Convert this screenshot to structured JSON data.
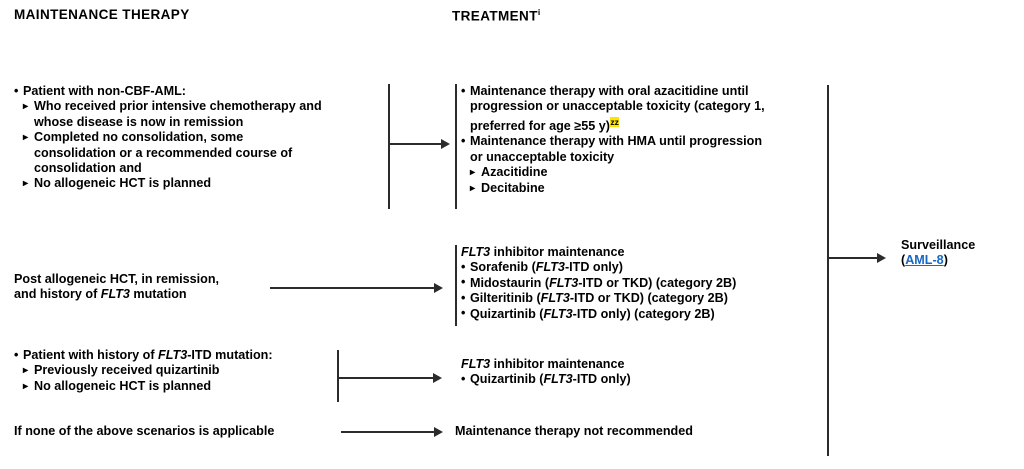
{
  "headers": {
    "left": "MAINTENANCE THERAPY",
    "right": "TREATMENT",
    "right_superscript": "i"
  },
  "rows": [
    {
      "id": "row-azacitidine",
      "left": {
        "lines": [
          {
            "type": "bullet",
            "text": "Patient with non-CBF-AML:"
          },
          {
            "type": "subarrow",
            "text": "Who received prior intensive chemotherapy and"
          },
          {
            "type": "cont2",
            "text": "whose disease is now in remission"
          },
          {
            "type": "subarrow",
            "text": "Completed no consolidation, some"
          },
          {
            "type": "cont2",
            "text": "consolidation or a recommended course of"
          },
          {
            "type": "cont2",
            "text": "consolidation and"
          },
          {
            "type": "subarrow",
            "text": "No allogeneic HCT is planned"
          }
        ]
      },
      "right": {
        "lines": [
          {
            "type": "bullet",
            "text": "Maintenance therapy with oral azacitidine until"
          },
          {
            "type": "cont1",
            "text": "progression or unacceptable toxicity (category 1,"
          },
          {
            "type": "cont1",
            "text": "preferred for age ≥55 y)",
            "superscript_highlight": "zz"
          },
          {
            "type": "bullet",
            "text": "Maintenance therapy with HMA until progression"
          },
          {
            "type": "cont1",
            "text": "or unacceptable toxicity"
          },
          {
            "type": "subarrow",
            "text": "Azacitidine"
          },
          {
            "type": "subarrow",
            "text": "Decitabine"
          }
        ]
      }
    },
    {
      "id": "row-post-allo-hct",
      "left": {
        "lines": [
          {
            "type": "plain",
            "text": "Post allogeneic HCT, in remission,"
          },
          {
            "type": "plain",
            "text": "and history of ",
            "italic_segment": "FLT3",
            "text_after": " mutation"
          }
        ]
      },
      "right": {
        "lines": [
          {
            "type": "plain_italic_lead",
            "italic": "FLT3",
            "text": " inhibitor maintenance"
          },
          {
            "type": "bullet",
            "text": "Sorafenib (",
            "italic_segment": "FLT3",
            "text_after": "-ITD only)"
          },
          {
            "type": "bullet",
            "text": "Midostaurin (",
            "italic_segment": "FLT3",
            "text_after": "-ITD or TKD) (category 2B)"
          },
          {
            "type": "bullet",
            "text": "Gilteritinib (",
            "italic_segment": "FLT3",
            "text_after": "-ITD or TKD) (category 2B)"
          },
          {
            "type": "bullet",
            "text": "Quizartinib (",
            "italic_segment": "FLT3",
            "text_after": "-ITD only) (category 2B)"
          }
        ]
      }
    },
    {
      "id": "row-flt3-itd-history",
      "left": {
        "lines": [
          {
            "type": "bullet",
            "text": "Patient with history of ",
            "italic_segment": "FLT3",
            "text_after": "-ITD mutation:"
          },
          {
            "type": "subarrow",
            "text": "Previously received quizartinib"
          },
          {
            "type": "subarrow",
            "text": "No allogeneic HCT is planned"
          }
        ]
      },
      "right": {
        "lines": [
          {
            "type": "plain_italic_lead",
            "italic": "FLT3",
            "text": " inhibitor maintenance"
          },
          {
            "type": "bullet",
            "text": "Quizartinib (",
            "italic_segment": "FLT3",
            "text_after": "-ITD only)"
          }
        ]
      }
    },
    {
      "id": "row-none-applicable",
      "left": {
        "lines": [
          {
            "type": "plain",
            "text": "If none of the above scenarios is applicable"
          }
        ]
      },
      "right": {
        "lines": [
          {
            "type": "plain",
            "text": "Maintenance therapy not recommended"
          }
        ]
      }
    }
  ],
  "outcome": {
    "label": "Surveillance",
    "link_open_paren": "(",
    "link_text": "AML-8",
    "link_close_paren": ")",
    "link_color": "#1668c4"
  },
  "text_fragments": {
    "r1_l1": "Patient with non-CBF-AML:",
    "r1_l2": "Who received prior intensive chemotherapy and",
    "r1_l3": "whose disease is now in remission",
    "r1_l4": "Completed no consolidation, some",
    "r1_l5": "consolidation or a recommended course of",
    "r1_l6": "consolidation and",
    "r1_l7": "No allogeneic HCT is planned",
    "r1_r1": "Maintenance therapy with oral azacitidine until",
    "r1_r2": "progression or unacceptable toxicity (category 1,",
    "r1_r3a": "preferred for age ≥55 y)",
    "r1_r3sup": "zz",
    "r1_r4": "Maintenance therapy with HMA until progression",
    "r1_r5": "or unacceptable toxicity",
    "r1_r6": "Azacitidine",
    "r1_r7": "Decitabine",
    "r2_l1": "Post allogeneic HCT, in remission,",
    "r2_l2a": "and history of ",
    "r2_l2i": "FLT3",
    "r2_l2b": " mutation",
    "r2_r1i": "FLT3",
    "r2_r1b": " inhibitor maintenance",
    "r2_r2a": "Sorafenib (",
    "r2_r2i": "FLT3",
    "r2_r2b": "-ITD only)",
    "r2_r3a": "Midostaurin (",
    "r2_r3i": "FLT3",
    "r2_r3b": "-ITD or TKD) (category 2B)",
    "r2_r4a": "Gilteritinib (",
    "r2_r4i": "FLT3",
    "r2_r4b": "-ITD or TKD) (category 2B)",
    "r2_r5a": "Quizartinib (",
    "r2_r5i": "FLT3",
    "r2_r5b": "-ITD only) (category 2B)",
    "r3_l1a": "Patient with history of ",
    "r3_l1i": "FLT3",
    "r3_l1b": "-ITD mutation:",
    "r3_l2": "Previously received quizartinib",
    "r3_l3": "No allogeneic HCT is planned",
    "r3_r1i": "FLT3",
    "r3_r1b": " inhibitor maintenance",
    "r3_r2a": "Quizartinib (",
    "r3_r2i": "FLT3",
    "r3_r2b": "-ITD only)",
    "r4_l1": "If none of the above scenarios is applicable",
    "r4_r1": "Maintenance therapy not recommended",
    "bullet_glyph": "•",
    "subarrow_glyph": "▸"
  }
}
